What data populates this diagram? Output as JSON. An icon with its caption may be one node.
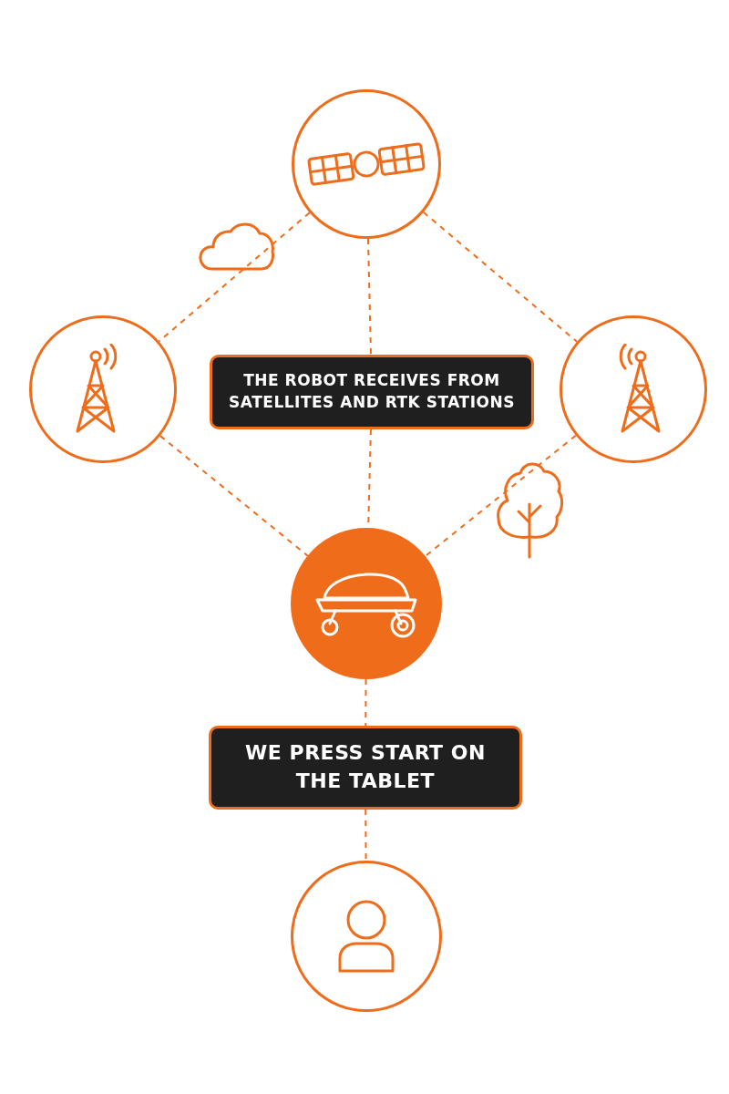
{
  "diagram": {
    "nodes": [
      {
        "text": [],
        "shape": "circle"
      },
      {
        "text": [],
        "shape": "circle"
      },
      {
        "text": [
          "THE ROBOT RECEIVES FROM SATELLITES AND RTK STATIONS"
        ]
      },
      {
        "text": [],
        "shape": "circle"
      },
      {
        "text": [],
        "shape": "circle"
      },
      {
        "text": [
          "WE PRESS START ON THE TABLET"
        ]
      },
      {
        "text": [],
        "shape": "circle"
      }
    ],
    "edges": [
      {
        "from": 0,
        "to": 1,
        "arrow": "none",
        "style": "dashed"
      },
      {
        "from": 0,
        "to": 3,
        "arrow": "none",
        "style": "dashed"
      },
      {
        "from": 0,
        "to": 2,
        "arrow": "none",
        "style": "dashed"
      },
      {
        "from": 1,
        "to": 4,
        "arrow": "none",
        "style": "dashed"
      },
      {
        "from": 3,
        "to": 4,
        "arrow": "none",
        "style": "dashed"
      },
      {
        "from": 2,
        "to": 4,
        "arrow": "none",
        "style": "dashed"
      },
      {
        "from": 4,
        "to": 5,
        "arrow": "none",
        "style": "dashed"
      },
      {
        "from": 5,
        "to": 6,
        "arrow": "none",
        "style": "dashed"
      }
    ]
  }
}
